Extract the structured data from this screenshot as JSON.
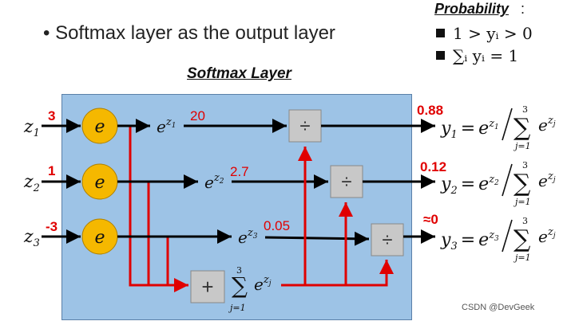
{
  "bullet": "Softmax layer as the output layer",
  "probability": {
    "title": "Probability",
    "colon": ":",
    "rule1": "1 > yᵢ > 0",
    "rule2": "∑ᵢ yᵢ = 1"
  },
  "layer_title": "Softmax Layer",
  "inputs": [
    {
      "label": "z",
      "sub": "1",
      "value": "3"
    },
    {
      "label": "z",
      "sub": "2",
      "value": "1"
    },
    {
      "label": "z",
      "sub": "3",
      "value": "-3"
    }
  ],
  "exp_node_label": "e",
  "exps": [
    {
      "label": "e",
      "sup": "z",
      "supsub": "1",
      "value": "20"
    },
    {
      "label": "e",
      "sup": "z",
      "supsub": "2",
      "value": "2.7"
    },
    {
      "label": "e",
      "sup": "z",
      "supsub": "3",
      "value": "0.05"
    }
  ],
  "divide_symbol": "÷",
  "plus_symbol": "+",
  "sum": {
    "upper": "3",
    "lower": "j=1",
    "base": "e",
    "sup": "z",
    "supsub": "j"
  },
  "outputs": [
    {
      "value": "0.88",
      "y": "y",
      "sub": "1",
      "eq": "=",
      "num_sub": "1"
    },
    {
      "value": "0.12",
      "y": "y",
      "sub": "2",
      "eq": "=",
      "num_sub": "2"
    },
    {
      "value": "≈0",
      "y": "y",
      "sub": "3",
      "eq": "=",
      "num_sub": "3"
    }
  ],
  "watermark": "CSDN @DevGeek",
  "colors": {
    "red": "#e00000",
    "node": "#f5b800",
    "box": "#c8c8c8",
    "panel": "#9dc3e6"
  }
}
